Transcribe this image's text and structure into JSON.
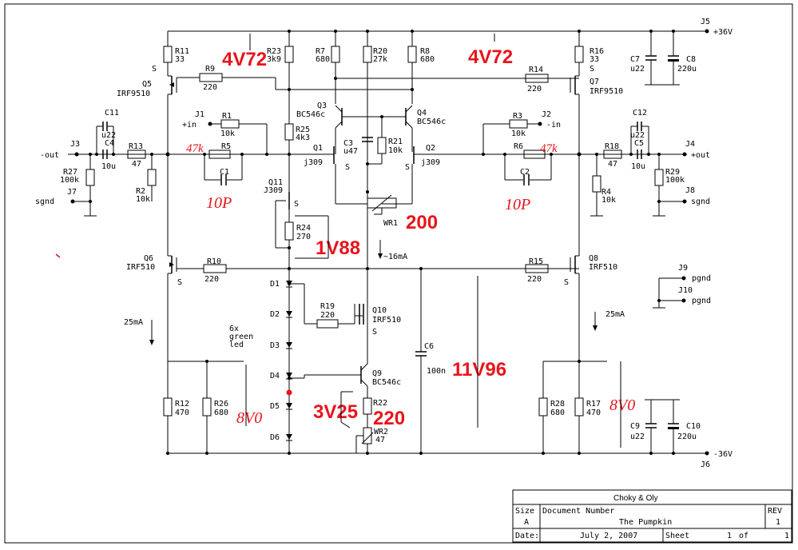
{
  "colors": {
    "wire": "#000000",
    "annotation": "#e8141b",
    "background": "#ffffff"
  },
  "connectors": {
    "J5": {
      "ref": "J5",
      "label": "+36V"
    },
    "J6": {
      "ref": "J6",
      "label": "-36V"
    },
    "J1": {
      "ref": "J1",
      "label": "+in"
    },
    "J2": {
      "ref": "J2",
      "label": "-in"
    },
    "J3": {
      "ref": "J3",
      "label": "-out"
    },
    "J4": {
      "ref": "J4",
      "label": "+out"
    },
    "J7": {
      "ref": "J7",
      "label": "sgnd"
    },
    "J8": {
      "ref": "J8",
      "label": "sgnd"
    },
    "J9": {
      "ref": "J9",
      "label": "pgnd"
    },
    "J10": {
      "ref": "J10",
      "label": "pgnd"
    }
  },
  "components": {
    "R11": {
      "ref": "R11",
      "value": "33"
    },
    "R23": {
      "ref": "R23",
      "value": "3k9"
    },
    "R7": {
      "ref": "R7",
      "value": "680"
    },
    "R20": {
      "ref": "R20",
      "value": "27k"
    },
    "R8": {
      "ref": "R8",
      "value": "680"
    },
    "R16": {
      "ref": "R16",
      "value": "33"
    },
    "R9": {
      "ref": "R9",
      "value": "220"
    },
    "R14": {
      "ref": "R14",
      "value": "220"
    },
    "R1": {
      "ref": "R1",
      "value": "10k"
    },
    "R3": {
      "ref": "R3",
      "value": "10k"
    },
    "R25": {
      "ref": "R25",
      "value": "4k3"
    },
    "R21": {
      "ref": "R21",
      "value": "10k"
    },
    "R5": {
      "ref": "R5",
      "value": "47k"
    },
    "R6": {
      "ref": "R6",
      "value": "47k"
    },
    "R13": {
      "ref": "R13",
      "value": "47"
    },
    "R18": {
      "ref": "R18",
      "value": "47"
    },
    "R27": {
      "ref": "R27",
      "value": "100k"
    },
    "R29": {
      "ref": "R29",
      "value": "100k"
    },
    "R2": {
      "ref": "R2",
      "value": "10k"
    },
    "R4": {
      "ref": "R4",
      "value": "10k"
    },
    "R24": {
      "ref": "R24",
      "value": "270"
    },
    "R10": {
      "ref": "R10",
      "value": "220"
    },
    "R15": {
      "ref": "R15",
      "value": "220"
    },
    "R19": {
      "ref": "R19",
      "value": "220"
    },
    "R22": {
      "ref": "R22",
      "value": "220"
    },
    "R12": {
      "ref": "R12",
      "value": "470"
    },
    "R26": {
      "ref": "R26",
      "value": "680"
    },
    "R28": {
      "ref": "R28",
      "value": "680"
    },
    "R17": {
      "ref": "R17",
      "value": "470"
    },
    "WR1": {
      "ref": "WR1",
      "value": ""
    },
    "WR2": {
      "ref": "WR2",
      "value": "47"
    },
    "C7": {
      "ref": "C7",
      "value": "u22"
    },
    "C8": {
      "ref": "C8",
      "value": "220u"
    },
    "C11": {
      "ref": "C11",
      "value": "u22"
    },
    "C4": {
      "ref": "C4",
      "value": "10u"
    },
    "C12": {
      "ref": "C12",
      "value": "u22"
    },
    "C5": {
      "ref": "C5",
      "value": "10u"
    },
    "C3": {
      "ref": "C3",
      "value": "u47"
    },
    "C1": {
      "ref": "C1",
      "value": ""
    },
    "C2": {
      "ref": "C2",
      "value": ""
    },
    "C6": {
      "ref": "C6",
      "value": "100n"
    },
    "C9": {
      "ref": "C9",
      "value": "u22"
    },
    "C10": {
      "ref": "C10",
      "value": "220u"
    },
    "Q5": {
      "ref": "Q5",
      "value": "IRF9510"
    },
    "Q7": {
      "ref": "Q7",
      "value": "IRF9510"
    },
    "Q3": {
      "ref": "Q3",
      "value": "BC546c"
    },
    "Q4": {
      "ref": "Q4",
      "value": "BC546c"
    },
    "Q1": {
      "ref": "Q1",
      "value": "j309"
    },
    "Q2": {
      "ref": "Q2",
      "value": "j309"
    },
    "Q11": {
      "ref": "Q11",
      "value": "J309"
    },
    "Q6": {
      "ref": "Q6",
      "value": "IRF510"
    },
    "Q8": {
      "ref": "Q8",
      "value": "IRF510"
    },
    "Q10": {
      "ref": "Q10",
      "value": "IRF510"
    },
    "Q9": {
      "ref": "Q9",
      "value": "BC546c"
    }
  },
  "diodes": [
    "D1",
    "D2",
    "D3",
    "D4",
    "D5",
    "D6"
  ],
  "pin_label": "S",
  "notes": {
    "leds_line1": "6x",
    "leds_line2": "green",
    "leds_line3": "led",
    "current_center": "~16mA",
    "current_left": "25mA",
    "current_right": "25mA"
  },
  "annotations": {
    "v_left_top": "4V72",
    "v_right_top": "4V72",
    "r5_hand": "47k",
    "r6_hand": "47k",
    "c1_hand": "10P",
    "c2_hand": "10P",
    "wr1_hand": "200",
    "v_r24": "1V88",
    "v_c6": "11V96",
    "v_left_bottom": "8V0",
    "v_right_bottom": "8V0",
    "v_d5": "3V25",
    "r22_hand": "220"
  },
  "title_block": {
    "company": "Choky & Oly",
    "size_label": "Size",
    "size_value": "A",
    "docnum_label": "Document Number",
    "title": "The Pumpkin",
    "rev_label": "REV",
    "rev_value": "1",
    "date_label": "Date:",
    "date_value": "July  2, 2007",
    "sheet_label": "Sheet",
    "sheet_value": "1",
    "sheet_of": "of",
    "sheet_total": "1"
  }
}
